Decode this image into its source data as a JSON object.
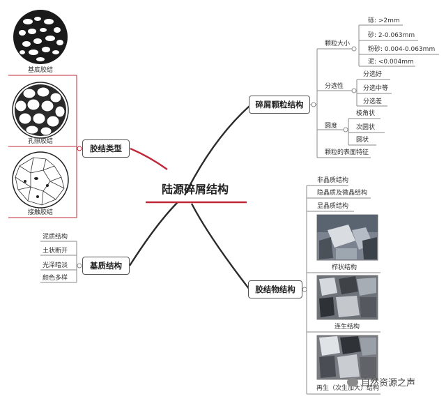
{
  "title": "陆源碎屑结构",
  "branches": {
    "debris": {
      "label": "碎屑颗粒结构",
      "size": {
        "label": "颗粒大小",
        "items": [
          "砾: >2mm",
          "砂: 2-0.063mm",
          "粉砂: 0.004-0.063mm",
          "泥: <0.004mm"
        ]
      },
      "sorting": {
        "label": "分选性",
        "items": [
          "分选好",
          "分选中等",
          "分选差"
        ]
      },
      "roundness": {
        "label": "圆度",
        "items": [
          "棱角状",
          "次圆状",
          "圆状"
        ]
      },
      "surface": "颗粒的表面特征"
    },
    "cement_type": {
      "label": "胶结类型",
      "items": [
        "基底胶结",
        "孔隙胶结",
        "接触胶结"
      ]
    },
    "matrix": {
      "label": "基质结构",
      "items": [
        "泥质结构",
        "土状断开",
        "光泽暗淡",
        "颜色多样"
      ]
    },
    "cement_struct": {
      "label": "胶结物结构",
      "items": [
        "非晶质结构",
        "隐晶质及微晶结构",
        "显晶质结构",
        "栉状结构",
        "连生结构",
        "再生（次生加大）结构"
      ]
    }
  },
  "watermark": "自然资源之声",
  "colors": {
    "accent": "#c0283a",
    "line": "#2b2b2b",
    "thin": "#8a8a8a"
  }
}
